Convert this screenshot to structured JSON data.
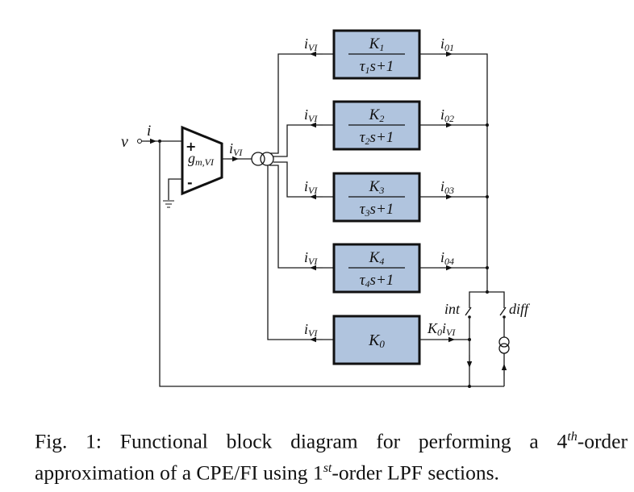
{
  "diagram": {
    "input": {
      "voltage_label": "v",
      "current_label": "i"
    },
    "ota": {
      "label_main": "g",
      "label_sub": "m,VI",
      "plus": "+",
      "minus": "-"
    },
    "mirror_output_label": {
      "main": "i",
      "sub": "VI"
    },
    "blocks": [
      {
        "name": "K1",
        "num_main": "K",
        "num_sub": "1",
        "den_tau": "τ",
        "den_sub": "1",
        "den_rest": "s+1",
        "in_label": "i",
        "in_sub": "VI",
        "out_label": "i",
        "out_sub": "01"
      },
      {
        "name": "K2",
        "num_main": "K",
        "num_sub": "2",
        "den_tau": "τ",
        "den_sub": "2",
        "den_rest": "s+1",
        "in_label": "i",
        "in_sub": "VI",
        "out_label": "i",
        "out_sub": "02"
      },
      {
        "name": "K3",
        "num_main": "K",
        "num_sub": "3",
        "den_tau": "τ",
        "den_sub": "3",
        "den_rest": "s+1",
        "in_label": "i",
        "in_sub": "VI",
        "out_label": "i",
        "out_sub": "03"
      },
      {
        "name": "K4",
        "num_main": "K",
        "num_sub": "4",
        "den_tau": "τ",
        "den_sub": "4",
        "den_rest": "s+1",
        "in_label": "i",
        "in_sub": "VI",
        "out_label": "i",
        "out_sub": "04"
      }
    ],
    "k0_block": {
      "main": "K",
      "sub": "0",
      "in_label": "i",
      "in_sub": "VI",
      "out_main": "K",
      "out_sub": "0",
      "out_i": "i",
      "out_i_sub": "VI"
    },
    "switches": {
      "int": "int",
      "diff": "diff"
    },
    "colors": {
      "block_fill": "#b0c4de",
      "line": "#1a1a1a"
    }
  },
  "caption": {
    "part1": "Fig. 1: Functional block diagram for performing a 4",
    "sup1": "th",
    "part2": "-order approximation of a CPE/FI using 1",
    "sup2": "st",
    "part3": "-order LPF sections."
  }
}
